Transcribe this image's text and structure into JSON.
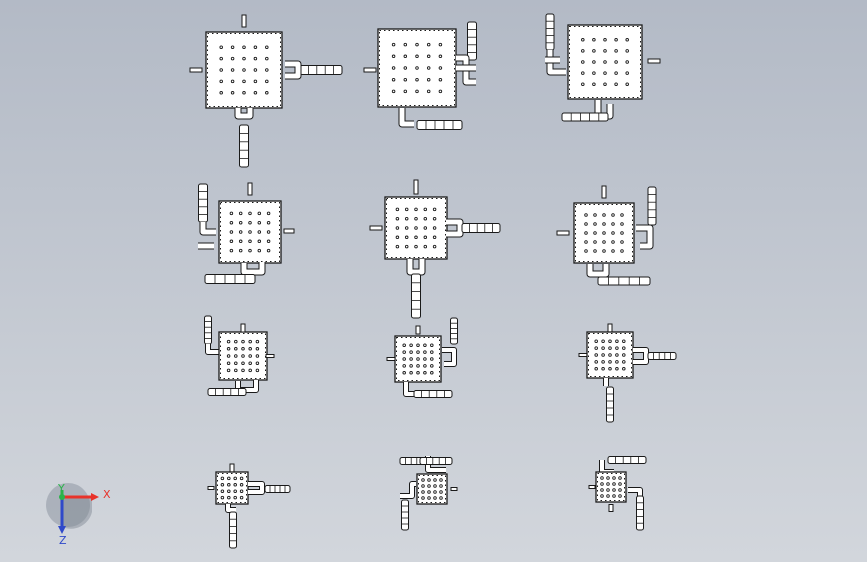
{
  "viewport": {
    "background_top": "#b3bac6",
    "background_bottom": "#d2d6dc"
  },
  "stages": [
    {
      "id": "xy-stage-1"
    },
    {
      "id": "xy-stage-2"
    },
    {
      "id": "xy-stage-3"
    },
    {
      "id": "xy-stage-4"
    },
    {
      "id": "xy-stage-5"
    },
    {
      "id": "xy-stage-6"
    },
    {
      "id": "xy-stage-7"
    },
    {
      "id": "xy-stage-8"
    },
    {
      "id": "xy-stage-9"
    },
    {
      "id": "xy-stage-10"
    },
    {
      "id": "xy-stage-11"
    },
    {
      "id": "xy-stage-12"
    }
  ],
  "triad": {
    "x_label": "X",
    "y_label": "Y",
    "z_label": "Z",
    "x_color": "#e8322a",
    "y_color": "#2bb34a",
    "z_color": "#2f49c9"
  },
  "part_colors": {
    "body": "#ffffff",
    "edge": "#1a1a1a"
  }
}
